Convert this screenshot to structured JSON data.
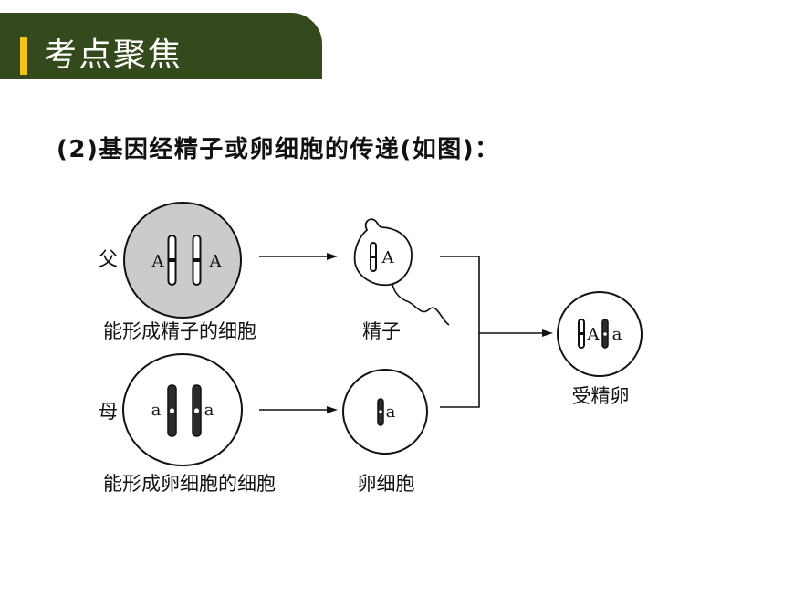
{
  "header": {
    "title": "考点聚焦"
  },
  "heading": "(2)基因经精子或卵细胞的传递(如图)：",
  "diagram": {
    "father": {
      "label": "父",
      "cell_caption": "能形成精子的细胞",
      "alleles": [
        "A",
        "A"
      ]
    },
    "mother": {
      "label": "母",
      "cell_caption": "能形成卵细胞的细胞",
      "alleles": [
        "a",
        "a"
      ]
    },
    "sperm": {
      "caption": "精子",
      "allele": "A"
    },
    "egg": {
      "caption": "卵细胞",
      "allele": "a"
    },
    "zygote": {
      "caption": "受精卵",
      "alleles": [
        "A",
        "a"
      ]
    }
  },
  "colors": {
    "header_bg": "#344a1d",
    "accent": "#f2c318",
    "parent_cell_fill": "#cbcbcb",
    "ink": "#111111"
  }
}
